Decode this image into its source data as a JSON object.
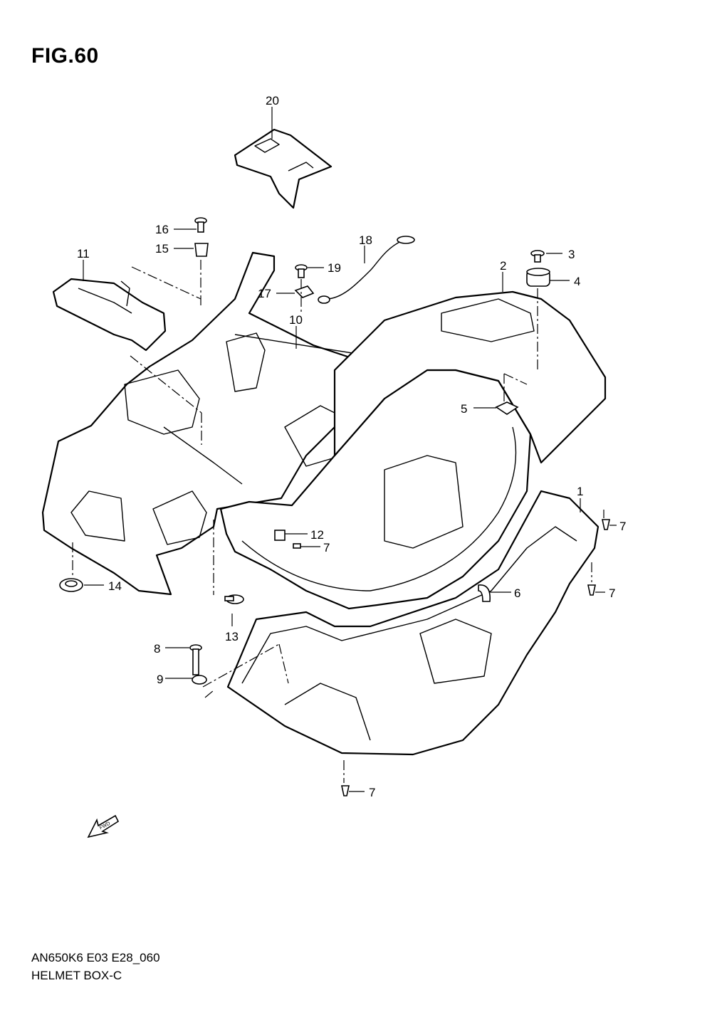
{
  "figure": {
    "title": "FIG.60",
    "code": "AN650K6 E03 E28_060",
    "name": "HELMET BOX-C",
    "fwd_label": "FWD"
  },
  "callouts": [
    {
      "id": "c20",
      "label": "20"
    },
    {
      "id": "c16",
      "label": "16"
    },
    {
      "id": "c15",
      "label": "15"
    },
    {
      "id": "c11",
      "label": "11"
    },
    {
      "id": "c18",
      "label": "18"
    },
    {
      "id": "c19",
      "label": "19"
    },
    {
      "id": "c17",
      "label": "17"
    },
    {
      "id": "c10",
      "label": "10"
    },
    {
      "id": "c3",
      "label": "3"
    },
    {
      "id": "c4",
      "label": "4"
    },
    {
      "id": "c2",
      "label": "2"
    },
    {
      "id": "c5",
      "label": "5"
    },
    {
      "id": "c1",
      "label": "1"
    },
    {
      "id": "c7a",
      "label": "7"
    },
    {
      "id": "c12",
      "label": "12"
    },
    {
      "id": "c7b",
      "label": "7"
    },
    {
      "id": "c6",
      "label": "6"
    },
    {
      "id": "c7c",
      "label": "7"
    },
    {
      "id": "c14",
      "label": "14"
    },
    {
      "id": "c13",
      "label": "13"
    },
    {
      "id": "c8",
      "label": "8"
    },
    {
      "id": "c9",
      "label": "9"
    },
    {
      "id": "c7d",
      "label": "7"
    }
  ]
}
